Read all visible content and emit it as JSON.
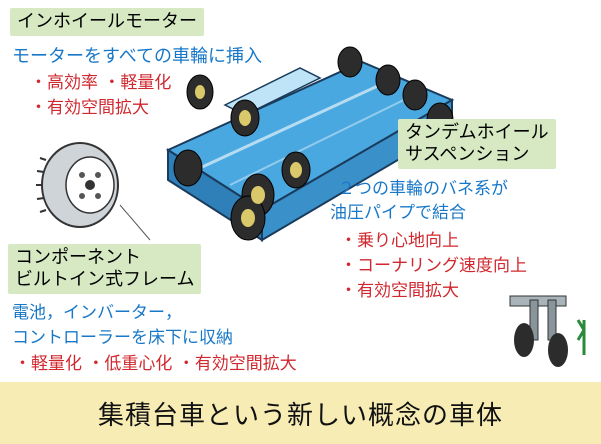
{
  "labels": {
    "in_wheel_motor": "インホイールモーター",
    "tandem_wheel": [
      "タンデムホイール",
      "サスペンション"
    ],
    "component_frame": [
      "コンポーネント",
      "ビルトイン式フレーム"
    ]
  },
  "texts": {
    "motor_desc": "モーターをすべての車輪に挿入",
    "motor_benefits": [
      "・高効率 ・軽量化",
      "・有効空間拡大"
    ],
    "tandem_desc": [
      "２つの車輪のバネ系が",
      "油圧パイプで結合"
    ],
    "tandem_benefits": [
      "・乗り心地向上",
      "・コーナリング速度向上",
      "・有効空間拡大"
    ],
    "frame_desc": [
      "電池，インバーター，",
      "コントローラーを床下に収納"
    ],
    "frame_benefits": "・軽量化 ・低重心化 ・有効空間拡大"
  },
  "footer": "集積台車という新しい概念の車体",
  "colors": {
    "label_bg": "#d6e9c2",
    "blue_text": "#1878c8",
    "red_text": "#d0282e",
    "footer_bg": "#f6ecb4",
    "frame_blue": "#4aa8e0"
  }
}
